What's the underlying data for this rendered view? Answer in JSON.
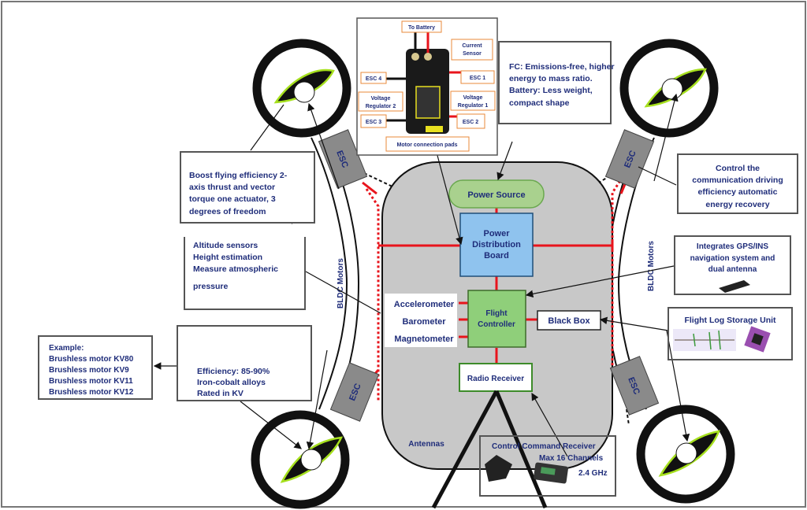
{
  "pcb": {
    "labels": {
      "to_battery": "To Battery",
      "current_sensor": "Current Sensor",
      "esc4": "ESC 4",
      "esc1": "ESC 1",
      "vreg2": "Voltage Regulator 2",
      "vreg1": "Voltage Regulator 1",
      "esc3": "ESC 3",
      "esc2": "ESC 2",
      "motor_pads": "Motor connection pads"
    }
  },
  "callouts": {
    "power_note": [
      "FC: Emissions-free, higher",
      "energy to mass ratio.",
      "Battery: Less weight,",
      "compact  shape"
    ],
    "propeller_note": [
      "Boost flying efficiency 2-",
      "axis thrust and vector",
      "torque one actuator, 3",
      "degrees of freedom"
    ],
    "altitude_note": [
      "Altitude sensors",
      "Height estimation",
      "Measure atmospheric",
      "pressure"
    ],
    "motor_examples": [
      "Example:",
      "Brushless motor KV80",
      "Brushless motor KV9",
      "Brushless motor KV11",
      "Brushless motor KV12"
    ],
    "motor_specs": [
      "Efficiency: 85-90%",
      "Iron-cobalt alloys",
      "Rated in KV"
    ],
    "esc_note": [
      "Control the",
      "communication  driving",
      "efficiency automatic",
      "energy recovery"
    ],
    "gps_note": [
      "Integrates GPS/INS",
      "navigation system and",
      "dual antenna"
    ],
    "log_note": "Flight Log Storage Unit",
    "receiver_note": [
      "Control Command Receiver",
      "Max 16 Channels",
      "2.4 GHz"
    ]
  },
  "core": {
    "power_source": "Power Source",
    "pdb": [
      "Power",
      "Distribution",
      "Board"
    ],
    "flight_controller": [
      "Flight",
      "Controller"
    ],
    "black_box": "Black Box",
    "radio_receiver": "Radio Receiver",
    "sensors": [
      "Accelerometer",
      "Barometer",
      "Magnetometer"
    ]
  },
  "labels": {
    "esc": "ESC",
    "bldc_left": "BLDC Motors",
    "bldc_right": "BLDC Motors",
    "antennas": "Antennas"
  },
  "colors": {
    "text": "#1f2d7a",
    "wire": "#e8141c",
    "power_fill": "#a9d18e",
    "pdb_fill": "#8fc3ee",
    "fc_fill": "#8fcf7a",
    "body_fill": "#c8c8c8",
    "esc_fill": "#8a8a8a",
    "prop_glow": "#a6e01e",
    "pcb_label_border": "#e8883a"
  }
}
